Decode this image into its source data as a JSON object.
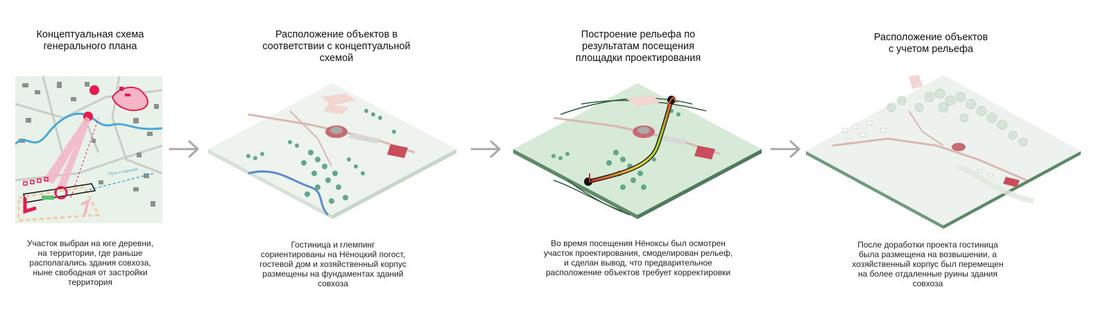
{
  "steps": [
    {
      "title": "Концептуальная схема\nгенерального плана",
      "caption": "Участок выбран на юге деревни,\nна территории, где раньше\nрасполагались здания совхоза,\nныне свободная от застройки\nтерритория"
    },
    {
      "title": "Расположение объектов в\nсоответствии с концептуальной\nсхемой",
      "caption": "Гостиница и глемпинг\nсориентированы на Нёноцкий погост,\nгостевой дом и хозяйственный корпус\nразмещены на фундаментах зданий\nсовхоза"
    },
    {
      "title": "Построение рельефа по\nрезультатам посещения\nплощадки проектирования",
      "caption": "Во время посещения Нёноксы был осмотрен\nучасток проектирования, смоделирован рельеф,\nи сделан вывод, что предварительное\nрасположение объектов требует корректировки"
    },
    {
      "title": "Расположение объектов\nс учетом рельефа",
      "caption": "После доработки проекта гостиница\nбыла размещена на возвышении, а\nхозяйственный корпус был перемещен\nна более отдаленные руины здания\nсовхоза"
    }
  ],
  "map_labels": {
    "road_label": "Путь к нарочем"
  },
  "colors": {
    "accent_red": "#e8194f",
    "pink": "#f6b6c6",
    "water": "#4aa8d8",
    "ground": "#e4efe4",
    "tree": "#5fa889",
    "arrow_gray": "#a8a8a8"
  }
}
